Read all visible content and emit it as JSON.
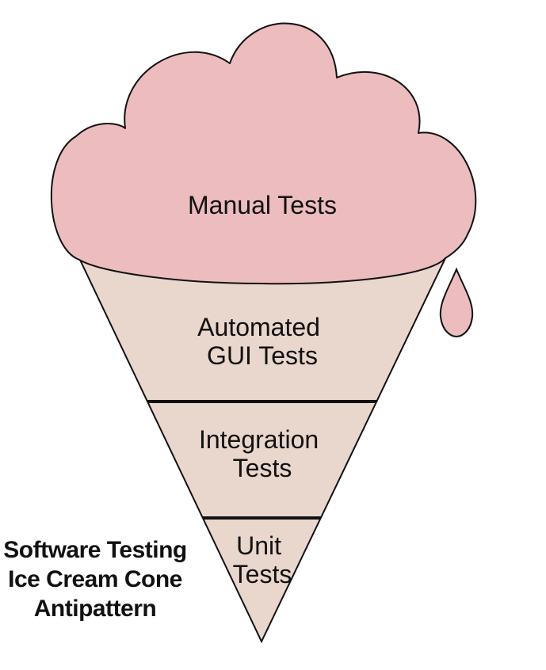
{
  "diagram": {
    "layers": [
      {
        "label_lines": [
          "Manual Tests"
        ]
      },
      {
        "label_lines": [
          "Automated",
          "GUI Tests"
        ]
      },
      {
        "label_lines": [
          "Integration",
          "Tests"
        ]
      },
      {
        "label_lines": [
          "Unit",
          "Tests"
        ]
      }
    ],
    "caption_lines": [
      "Software Testing",
      "Ice Cream Cone",
      "Antipattern"
    ],
    "colors": {
      "scoop": "#ecbcbe",
      "cone": "#e9d6cd",
      "drip": "#ecbcbe",
      "stroke": "#111111"
    }
  }
}
